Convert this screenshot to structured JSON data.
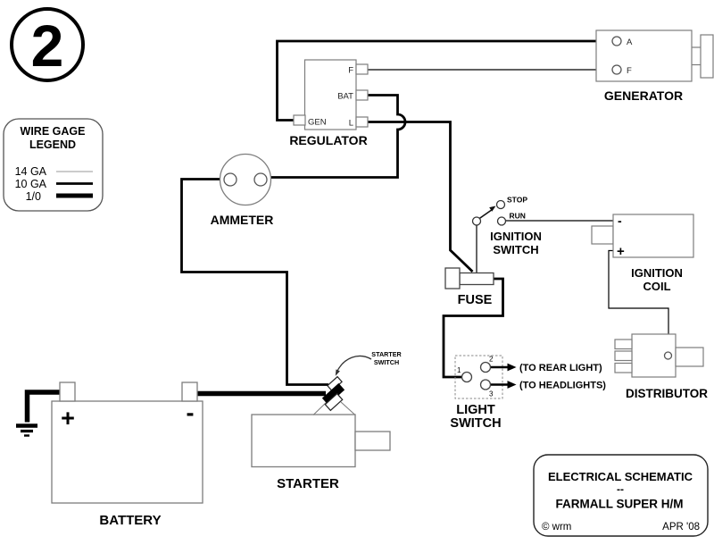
{
  "figure_number": "2",
  "wire_gage_legend": {
    "title_line1": "WIRE GAGE",
    "title_line2": "LEGEND",
    "items": [
      {
        "gauge": "14 GA"
      },
      {
        "gauge": "10 GA"
      },
      {
        "gauge": "1/0"
      }
    ]
  },
  "regulator": {
    "label": "REGULATOR",
    "terminal_f": "F",
    "terminal_bat": "BAT",
    "terminal_gen": "GEN",
    "terminal_l": "L"
  },
  "generator": {
    "label": "GENERATOR",
    "terminal_a": "A",
    "terminal_f": "F"
  },
  "ammeter": {
    "label": "AMMETER"
  },
  "ignition_switch": {
    "label_line1": "IGNITION",
    "label_line2": "SWITCH",
    "position_stop": "STOP",
    "position_run": "RUN"
  },
  "fuse": {
    "label": "FUSE"
  },
  "ignition_coil": {
    "label_line1": "IGNITION",
    "label_line2": "COIL",
    "terminal_minus": "-",
    "terminal_plus": "+"
  },
  "distributor": {
    "label": "DISTRIBUTOR"
  },
  "light_switch": {
    "label_line1": "LIGHT",
    "label_line2": "SWITCH",
    "terminal_1": "1",
    "terminal_2": "2",
    "terminal_3": "3",
    "output_rear": "(TO REAR LIGHT)",
    "output_head": "(TO HEADLIGHTS)"
  },
  "battery": {
    "label": "BATTERY",
    "terminal_plus": "+",
    "terminal_minus": "-"
  },
  "starter": {
    "label": "STARTER"
  },
  "starter_switch": {
    "label_line1": "STARTER",
    "label_line2": "SWITCH"
  },
  "title_block": {
    "line1": "ELECTRICAL SCHEMATIC",
    "separator": "--",
    "line2": "FARMALL SUPER H/M",
    "credit": "© wrm",
    "date": "APR '08"
  }
}
